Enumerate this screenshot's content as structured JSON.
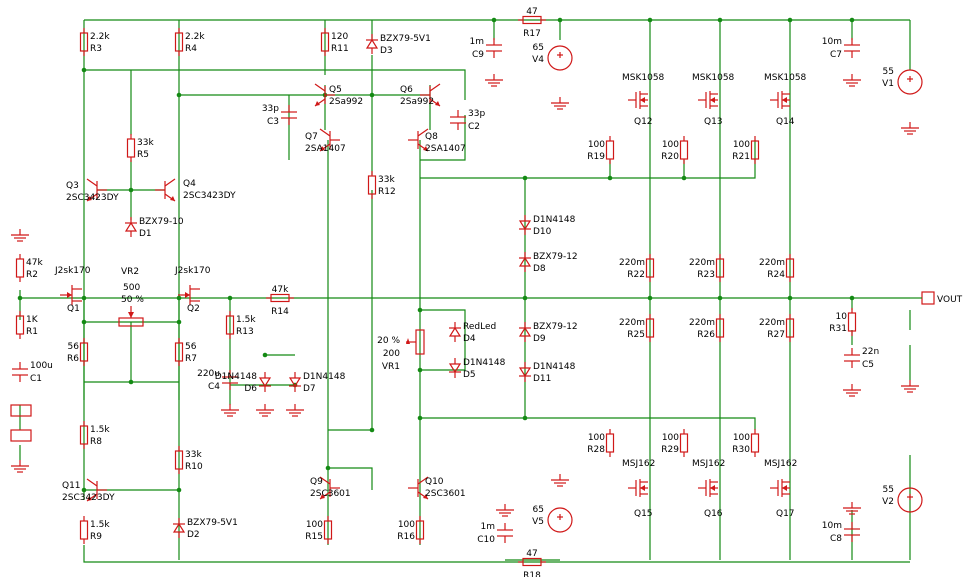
{
  "resistors": [
    {
      "id": "r3",
      "name": "R3",
      "value": "2.2k"
    },
    {
      "id": "r4",
      "name": "R4",
      "value": "2.2k"
    },
    {
      "id": "r11",
      "name": "R11",
      "value": "120"
    },
    {
      "id": "r17",
      "name": "R17",
      "value": "47"
    },
    {
      "id": "r5",
      "name": "R5",
      "value": "33k"
    },
    {
      "id": "r12",
      "name": "R12",
      "value": "33k"
    },
    {
      "id": "r2",
      "name": "R2",
      "value": "47k"
    },
    {
      "id": "r1",
      "name": "R1",
      "value": "1K"
    },
    {
      "id": "r6",
      "name": "R6",
      "value": "56"
    },
    {
      "id": "r7",
      "name": "R7",
      "value": "56"
    },
    {
      "id": "r13",
      "name": "R13",
      "value": "1.5k"
    },
    {
      "id": "r14",
      "name": "R14",
      "value": "47k"
    },
    {
      "id": "r8",
      "name": "R8",
      "value": "1.5k"
    },
    {
      "id": "r9",
      "name": "R9",
      "value": "1.5k"
    },
    {
      "id": "r10",
      "name": "R10",
      "value": "33k"
    },
    {
      "id": "r15",
      "name": "R15",
      "value": "100"
    },
    {
      "id": "r16",
      "name": "R16",
      "value": "100"
    },
    {
      "id": "r18",
      "name": "R18",
      "value": "47"
    },
    {
      "id": "r19",
      "name": "R19",
      "value": "100"
    },
    {
      "id": "r20",
      "name": "R20",
      "value": "100"
    },
    {
      "id": "r21",
      "name": "R21",
      "value": "100"
    },
    {
      "id": "r22",
      "name": "R22",
      "value": "220m"
    },
    {
      "id": "r23",
      "name": "R23",
      "value": "220m"
    },
    {
      "id": "r24",
      "name": "R24",
      "value": "220m"
    },
    {
      "id": "r25",
      "name": "R25",
      "value": "220m"
    },
    {
      "id": "r26",
      "name": "R26",
      "value": "220m"
    },
    {
      "id": "r27",
      "name": "R27",
      "value": "220m"
    },
    {
      "id": "r28",
      "name": "R28",
      "value": "100"
    },
    {
      "id": "r29",
      "name": "R29",
      "value": "100"
    },
    {
      "id": "r30",
      "name": "R30",
      "value": "100"
    },
    {
      "id": "r31",
      "name": "R31",
      "value": "10"
    }
  ],
  "capacitors": [
    {
      "id": "c9",
      "name": "C9",
      "value": "1m"
    },
    {
      "id": "c7",
      "name": "C7",
      "value": "10m"
    },
    {
      "id": "c3",
      "name": "C3",
      "value": "33p"
    },
    {
      "id": "c2",
      "name": "C2",
      "value": "33p"
    },
    {
      "id": "c1",
      "name": "C1",
      "value": "100u"
    },
    {
      "id": "c4",
      "name": "C4",
      "value": "220u"
    },
    {
      "id": "c5",
      "name": "C5",
      "value": "22n"
    },
    {
      "id": "c10",
      "name": "C10",
      "value": "1m"
    },
    {
      "id": "c8",
      "name": "C8",
      "value": "10m"
    }
  ],
  "diodes": [
    {
      "id": "d3",
      "name": "D3",
      "part": "BZX79-5V1"
    },
    {
      "id": "d1",
      "name": "D1",
      "part": "BZX79-10"
    },
    {
      "id": "d6",
      "name": "D6",
      "part": "D1N4148"
    },
    {
      "id": "d7",
      "name": "D7",
      "part": "D1N4148"
    },
    {
      "id": "d10",
      "name": "D10",
      "part": "D1N4148"
    },
    {
      "id": "d8",
      "name": "D8",
      "part": "BZX79-12"
    },
    {
      "id": "d9",
      "name": "D9",
      "part": "BZX79-12"
    },
    {
      "id": "d11",
      "name": "D11",
      "part": "D1N4148"
    },
    {
      "id": "d4",
      "name": "D4",
      "part": "RedLed"
    },
    {
      "id": "d5",
      "name": "D5",
      "part": "D1N4148"
    },
    {
      "id": "d2",
      "name": "D2",
      "part": "BZX79-5V1"
    }
  ],
  "transistors": [
    {
      "id": "q3",
      "name": "Q3",
      "part": "2SC3423DY"
    },
    {
      "id": "q4",
      "name": "Q4",
      "part": "2SC3423DY"
    },
    {
      "id": "q5",
      "name": "Q5",
      "part": "2Sa992"
    },
    {
      "id": "q6",
      "name": "Q6",
      "part": "2Sa992"
    },
    {
      "id": "q7",
      "name": "Q7",
      "part": "2SA1407"
    },
    {
      "id": "q8",
      "name": "Q8",
      "part": "2SA1407"
    },
    {
      "id": "q1",
      "name": "Q1",
      "part": "J2sk170"
    },
    {
      "id": "q2",
      "name": "Q2",
      "part": "J2sk170"
    },
    {
      "id": "q11",
      "name": "Q11",
      "part": "2SC3423DY"
    },
    {
      "id": "q9",
      "name": "Q9",
      "part": "2SC3601"
    },
    {
      "id": "q10",
      "name": "Q10",
      "part": "2SC3601"
    },
    {
      "id": "q12",
      "name": "Q12",
      "part": "MSK1058"
    },
    {
      "id": "q13",
      "name": "Q13",
      "part": "MSK1058"
    },
    {
      "id": "q14",
      "name": "Q14",
      "part": "MSK1058"
    },
    {
      "id": "q15",
      "name": "Q15",
      "part": "MSJ162"
    },
    {
      "id": "q16",
      "name": "Q16",
      "part": "MSJ162"
    },
    {
      "id": "q17",
      "name": "Q17",
      "part": "MSJ162"
    }
  ],
  "sources": [
    {
      "id": "v4",
      "name": "V4",
      "value": "65"
    },
    {
      "id": "v1",
      "name": "V1",
      "value": "55"
    },
    {
      "id": "v5",
      "name": "V5",
      "value": "65"
    },
    {
      "id": "v2",
      "name": "V2",
      "value": "55"
    }
  ],
  "pots": [
    {
      "id": "vr2",
      "name": "VR2",
      "value": "500",
      "setting": "50 %"
    },
    {
      "id": "vr1",
      "name": "VR1",
      "value": "200",
      "setting": "20 %"
    }
  ],
  "output_label": "VOUT"
}
